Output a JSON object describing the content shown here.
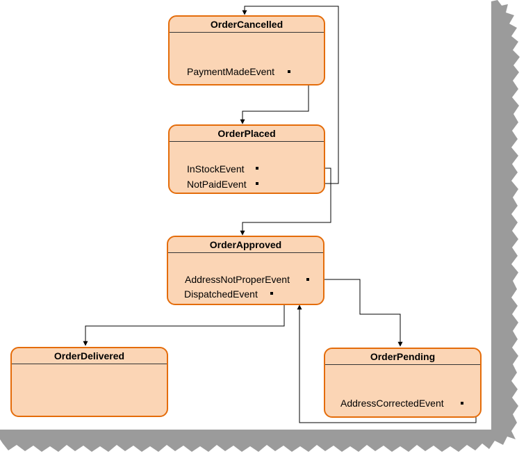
{
  "diagram": {
    "states": {
      "order_cancelled": {
        "title": "OrderCancelled",
        "events": [
          "PaymentMadeEvent"
        ]
      },
      "order_placed": {
        "title": "OrderPlaced",
        "events": [
          "InStockEvent",
          "NotPaidEvent"
        ]
      },
      "order_approved": {
        "title": "OrderApproved",
        "events": [
          "AddressNotProperEvent",
          "DispatchedEvent"
        ]
      },
      "order_delivered": {
        "title": "OrderDelivered",
        "events": []
      },
      "order_pending": {
        "title": "OrderPending",
        "events": [
          "AddressCorrectedEvent"
        ]
      }
    },
    "transitions": [
      {
        "from": "OrderCancelled",
        "event": "PaymentMadeEvent",
        "to": "OrderPlaced"
      },
      {
        "from": "OrderPlaced",
        "event": "InStockEvent",
        "to": "OrderApproved"
      },
      {
        "from": "OrderPlaced",
        "event": "NotPaidEvent",
        "to": "OrderCancelled"
      },
      {
        "from": "OrderApproved",
        "event": "AddressNotProperEvent",
        "to": "OrderPending"
      },
      {
        "from": "OrderApproved",
        "event": "DispatchedEvent",
        "to": "OrderDelivered"
      },
      {
        "from": "OrderPending",
        "event": "AddressCorrectedEvent",
        "to": "OrderApproved"
      }
    ],
    "colors": {
      "state_fill": "#fbd5b5",
      "state_border": "#e46c0a",
      "wire": "#000000",
      "shadow": "#808080"
    }
  }
}
